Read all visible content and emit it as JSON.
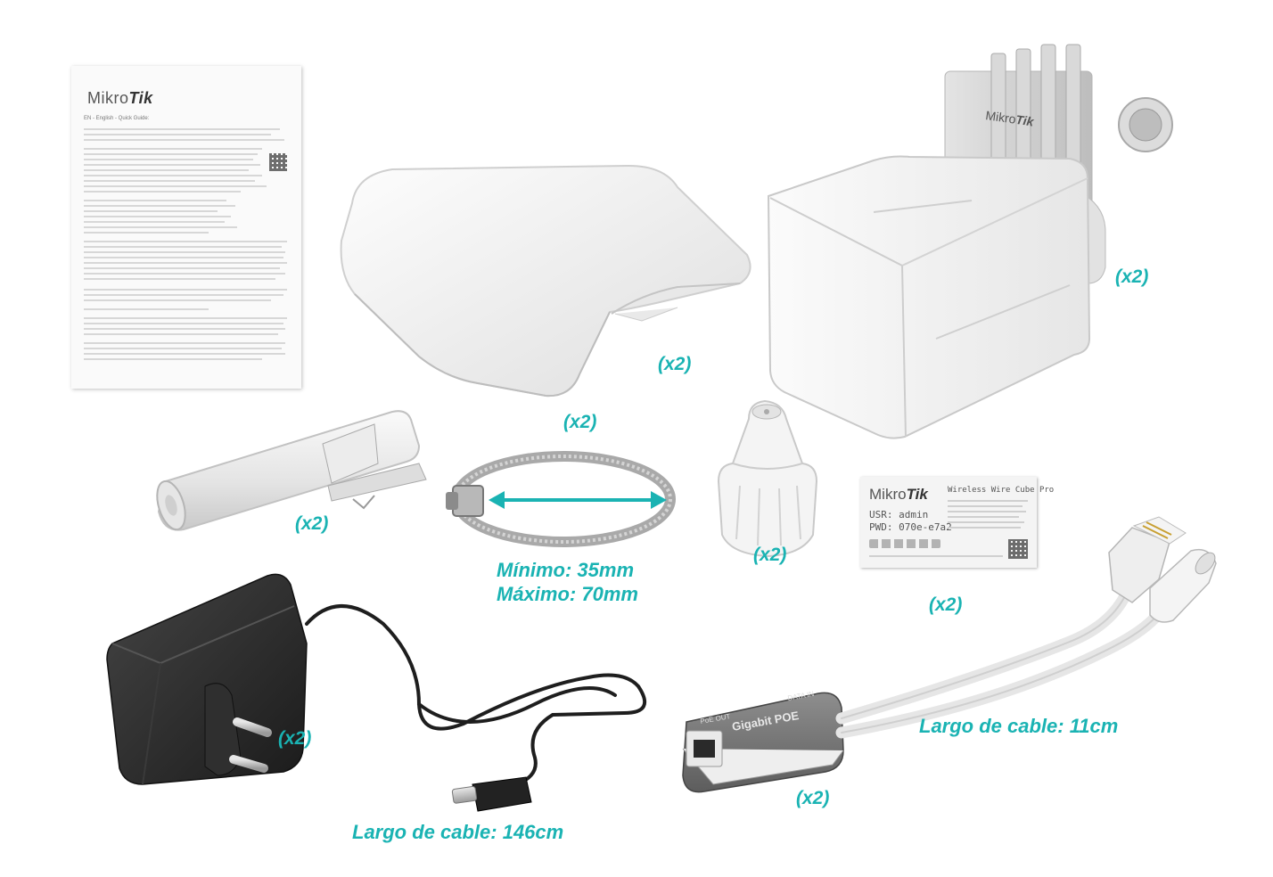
{
  "labels": {
    "cover_qty": "(x2)",
    "device_qty": "(x2)",
    "mount_qty": "(x2)",
    "clamp_qty": "(x2)",
    "clamp_min": "Mínimo: 35mm",
    "clamp_max": "Máximo: 70mm",
    "gland_qty": "(x2)",
    "sticker_qty": "(x2)",
    "adapter_qty": "(x2)",
    "adapter_cable": "Largo de cable: 146cm",
    "poe_qty": "(x2)",
    "poe_cable": "Largo de cable: 11cm"
  },
  "guide": {
    "brand_prefix": "Mikro",
    "brand_suffix": "Tik",
    "heading": "EN - English - Quick Guide:"
  },
  "device": {
    "brand_prefix": "Mikro",
    "brand_suffix": "Tik"
  },
  "sticker": {
    "brand_prefix": "Mikro",
    "brand_suffix": "Tik",
    "model": "Wireless Wire Cube Pro",
    "user": "USR: admin",
    "password": "PWD: 070e-e7a2"
  },
  "poe": {
    "name": "Gigabit POE",
    "data_in": "DATA IN",
    "poe_out": "PoE OUT"
  },
  "colors": {
    "accent": "#1ab3b3",
    "adapter": "#2b2b2b",
    "poe_body": "#7c7c7c",
    "plastic": "#f2f2f2"
  }
}
